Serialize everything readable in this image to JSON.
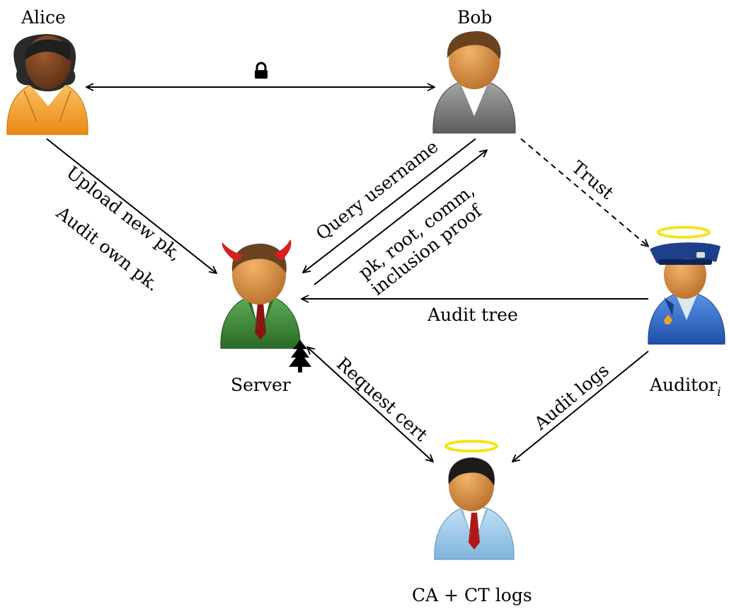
{
  "actors": {
    "alice": "Alice",
    "bob": "Bob",
    "server": "Server",
    "auditor": "Auditor",
    "auditor_sub": "i",
    "ca": "CA + CT logs"
  },
  "edges": {
    "upload_line1": "Upload new pk,",
    "upload_line2": "Audit own pk.",
    "query": "Query username",
    "response_line1": "pk, root, comm,",
    "response_line2": "inclusion proof",
    "trust": "Trust",
    "audit_tree": "Audit tree",
    "request_cert": "Request cert",
    "audit_logs": "Audit logs"
  },
  "icons": {
    "secure_channel": "lock-icon",
    "tree": "tree-icon",
    "server_role": "devil-horns-icon",
    "trusted_role": "halo-icon"
  },
  "colors": {
    "alice_shirt": "#f7a531",
    "bob_shirt": "#7d7d7d",
    "server_suit": "#3f8a3a",
    "auditor_uniform": "#2f6fcf",
    "ca_shirt": "#9cc9ea",
    "skin": "#d9913e",
    "horns": "#d81e1e",
    "halo": "#f3e51a"
  }
}
